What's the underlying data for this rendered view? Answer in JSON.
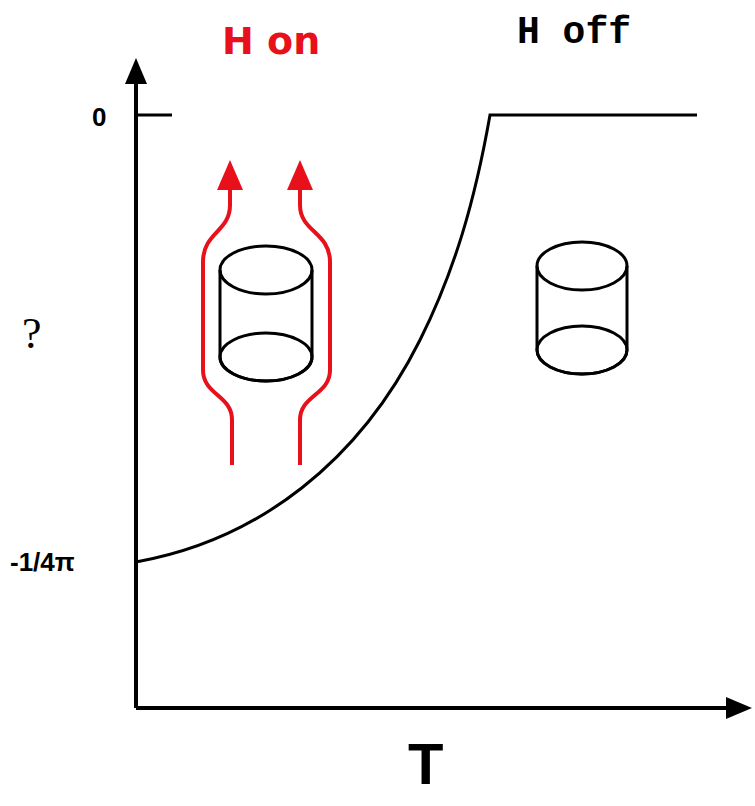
{
  "diagram": {
    "labels": [
      "H on",
      "H off",
      "0",
      "?",
      "-1/4π",
      "T"
    ]
  }
}
